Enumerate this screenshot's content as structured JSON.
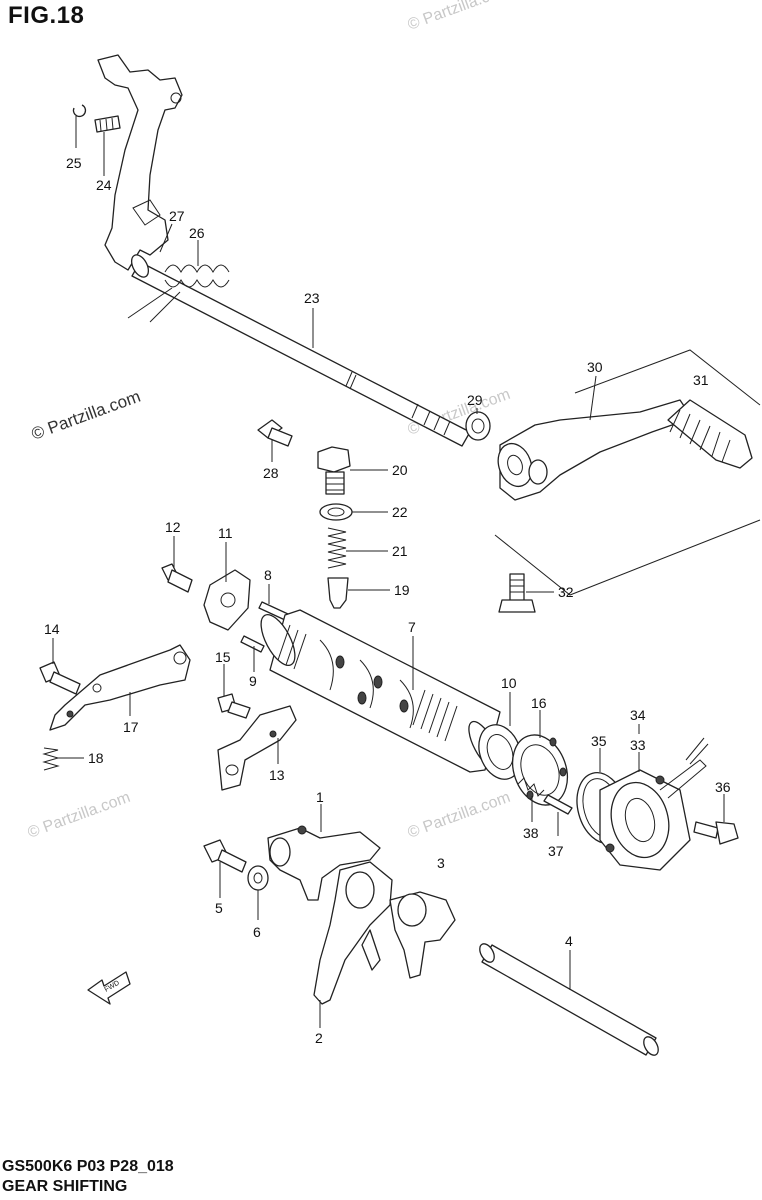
{
  "figure": {
    "title": "FIG.18"
  },
  "footer": {
    "code": "GS500K6 P03 P28_018",
    "title": "GEAR SHIFTING"
  },
  "watermark": {
    "text": "© Partzilla.com"
  },
  "fwd_arrow_label": "FWD",
  "callouts": [
    {
      "id": "c1",
      "label": "1"
    },
    {
      "id": "c2",
      "label": "2"
    },
    {
      "id": "c3",
      "label": "3"
    },
    {
      "id": "c4",
      "label": "4"
    },
    {
      "id": "c5",
      "label": "5"
    },
    {
      "id": "c6",
      "label": "6"
    },
    {
      "id": "c7",
      "label": "7"
    },
    {
      "id": "c8",
      "label": "8"
    },
    {
      "id": "c9",
      "label": "9"
    },
    {
      "id": "c10",
      "label": "10"
    },
    {
      "id": "c11",
      "label": "11"
    },
    {
      "id": "c12",
      "label": "12"
    },
    {
      "id": "c13",
      "label": "13"
    },
    {
      "id": "c14",
      "label": "14"
    },
    {
      "id": "c15",
      "label": "15"
    },
    {
      "id": "c16",
      "label": "16"
    },
    {
      "id": "c17",
      "label": "17"
    },
    {
      "id": "c18",
      "label": "18"
    },
    {
      "id": "c19",
      "label": "19"
    },
    {
      "id": "c20",
      "label": "20"
    },
    {
      "id": "c21",
      "label": "21"
    },
    {
      "id": "c22",
      "label": "22"
    },
    {
      "id": "c23",
      "label": "23"
    },
    {
      "id": "c24",
      "label": "24"
    },
    {
      "id": "c25",
      "label": "25"
    },
    {
      "id": "c26",
      "label": "26"
    },
    {
      "id": "c27",
      "label": "27"
    },
    {
      "id": "c28",
      "label": "28"
    },
    {
      "id": "c29",
      "label": "29"
    },
    {
      "id": "c30",
      "label": "30"
    },
    {
      "id": "c31",
      "label": "31"
    },
    {
      "id": "c32",
      "label": "32"
    },
    {
      "id": "c33",
      "label": "33"
    },
    {
      "id": "c34",
      "label": "34"
    },
    {
      "id": "c35",
      "label": "35"
    },
    {
      "id": "c36",
      "label": "36"
    },
    {
      "id": "c37",
      "label": "37"
    },
    {
      "id": "c38",
      "label": "38"
    }
  ]
}
